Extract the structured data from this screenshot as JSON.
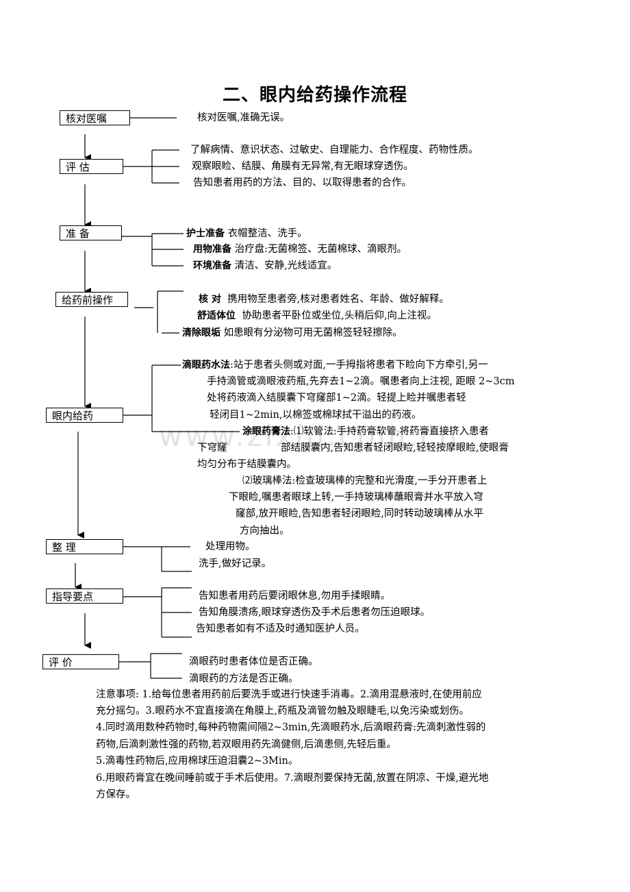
{
  "title": "二、眼内给药操作流程",
  "watermark": "www.zixin.com.cn",
  "steps": {
    "check": {
      "label": "核对医嘱",
      "lines": [
        "核对医嘱,准确无误。"
      ]
    },
    "assess": {
      "label": "评    估",
      "lines": [
        "了解病情、意识状态、过敏史、自理能力、合作程度、药物性质。",
        "观察眼睑、结膜、角膜有无异常,有无眼球穿透伤。",
        "告知患者用药的方法、目的、以取得患者的合作。"
      ]
    },
    "prepare": {
      "label": "准    备",
      "items": [
        {
          "bold": "护士准备",
          "text": "衣帽整洁、洗手。"
        },
        {
          "bold": "用物准备",
          "text": "治疗盘:无菌棉签、无菌棉球、滴眼剂。"
        },
        {
          "bold": "环境准备",
          "text": "清洁、安静,光线适宜。"
        }
      ]
    },
    "pre_op": {
      "label": "给药前操作",
      "items": [
        {
          "bold": "核  对",
          "text": "携用物至患者旁,核对患者姓名、年龄、做好解释。"
        },
        {
          "bold": "舒适体位",
          "text": "协助患者平卧位或坐位,头稍后仰,向上注视。"
        },
        {
          "bold": "清除眼垢",
          "text": "如患眼有分泌物可用无菌棉签轻轻擦除。"
        }
      ]
    },
    "eye_admin": {
      "label": "眼内给药",
      "drops_title": "滴眼药水法",
      "drops_lines": [
        ":站于患者头侧或对面,一手拇指将患者下睑向下方牵引,另一",
        "手持滴管或滴眼液药瓶,先弃去1~2滴。嘱患者向上注视, 距眼 2~3cm",
        "处将药液滴入结膜囊下穹窿部1~2滴。轻提上睑并嘱患者轻",
        "轻闭目1~2min,以棉签或棉球拭干溢出的药液。"
      ],
      "ointment_title": "涂眼药膏法",
      "ointment_lines": [
        ":⑴软管法:手持药膏软管,将药膏直接挤入患者",
        "下穹窿",
        "部结膜囊内,告知患者轻闭眼睑,轻轻按摩眼睑,使眼膏",
        "均匀分布于结膜囊内。",
        "⑵玻璃棒法:检查玻璃棒的完整和光滑度,一手分开患者上",
        "下眼睑,嘱患者眼球上转,一手持玻璃棒蘸眼膏并水平放入穹",
        "窿部,放开眼睑,告知患者轻闭眼睑,同时转动玻璃棒从水平",
        "方向抽出。"
      ]
    },
    "tidy": {
      "label": "整    理",
      "lines": [
        "处理用物。",
        "洗手,做好记录。"
      ]
    },
    "guide": {
      "label": "指导要点",
      "lines": [
        "告知患者用药后要闭眼休息,勿用手揉眼睛。",
        "告知角膜溃疡,眼球穿透伤及手术后患者勿压迫眼球。",
        "告知患者如有不适及时通知医护人员。"
      ]
    },
    "evaluate": {
      "label": "评    价",
      "lines": [
        "滴眼药时患者体位是否正确。",
        "滴眼药的方法是否正确。"
      ]
    }
  },
  "notes": [
    "注意事项:  1.给每位患者用药前后要洗手或进行快速手消毒。2.滴用混悬液时,在使用前应",
    "充分摇匀。3.眼药水不宜直接滴在角膜上,药瓶及滴管勿触及眼睫毛,以免污染或划伤。",
    "4.同时滴用数种药物时,每种药物需间隔2~3min,先滴眼药水,后滴眼药膏:先滴刺激性弱的",
    "药物,后滴刺激性强的药物,若双眼用药先滴健侧,后滴患侧,先轻后重。",
    "5.滴毒性药物后,应用棉球压迫泪囊2~3Min。",
    "6.用眼药膏宜在晚间睡前或于手术后使用。7.滴眼剂要保持无菌,放置在阴凉、干燥,避光地",
    "方保存。"
  ]
}
